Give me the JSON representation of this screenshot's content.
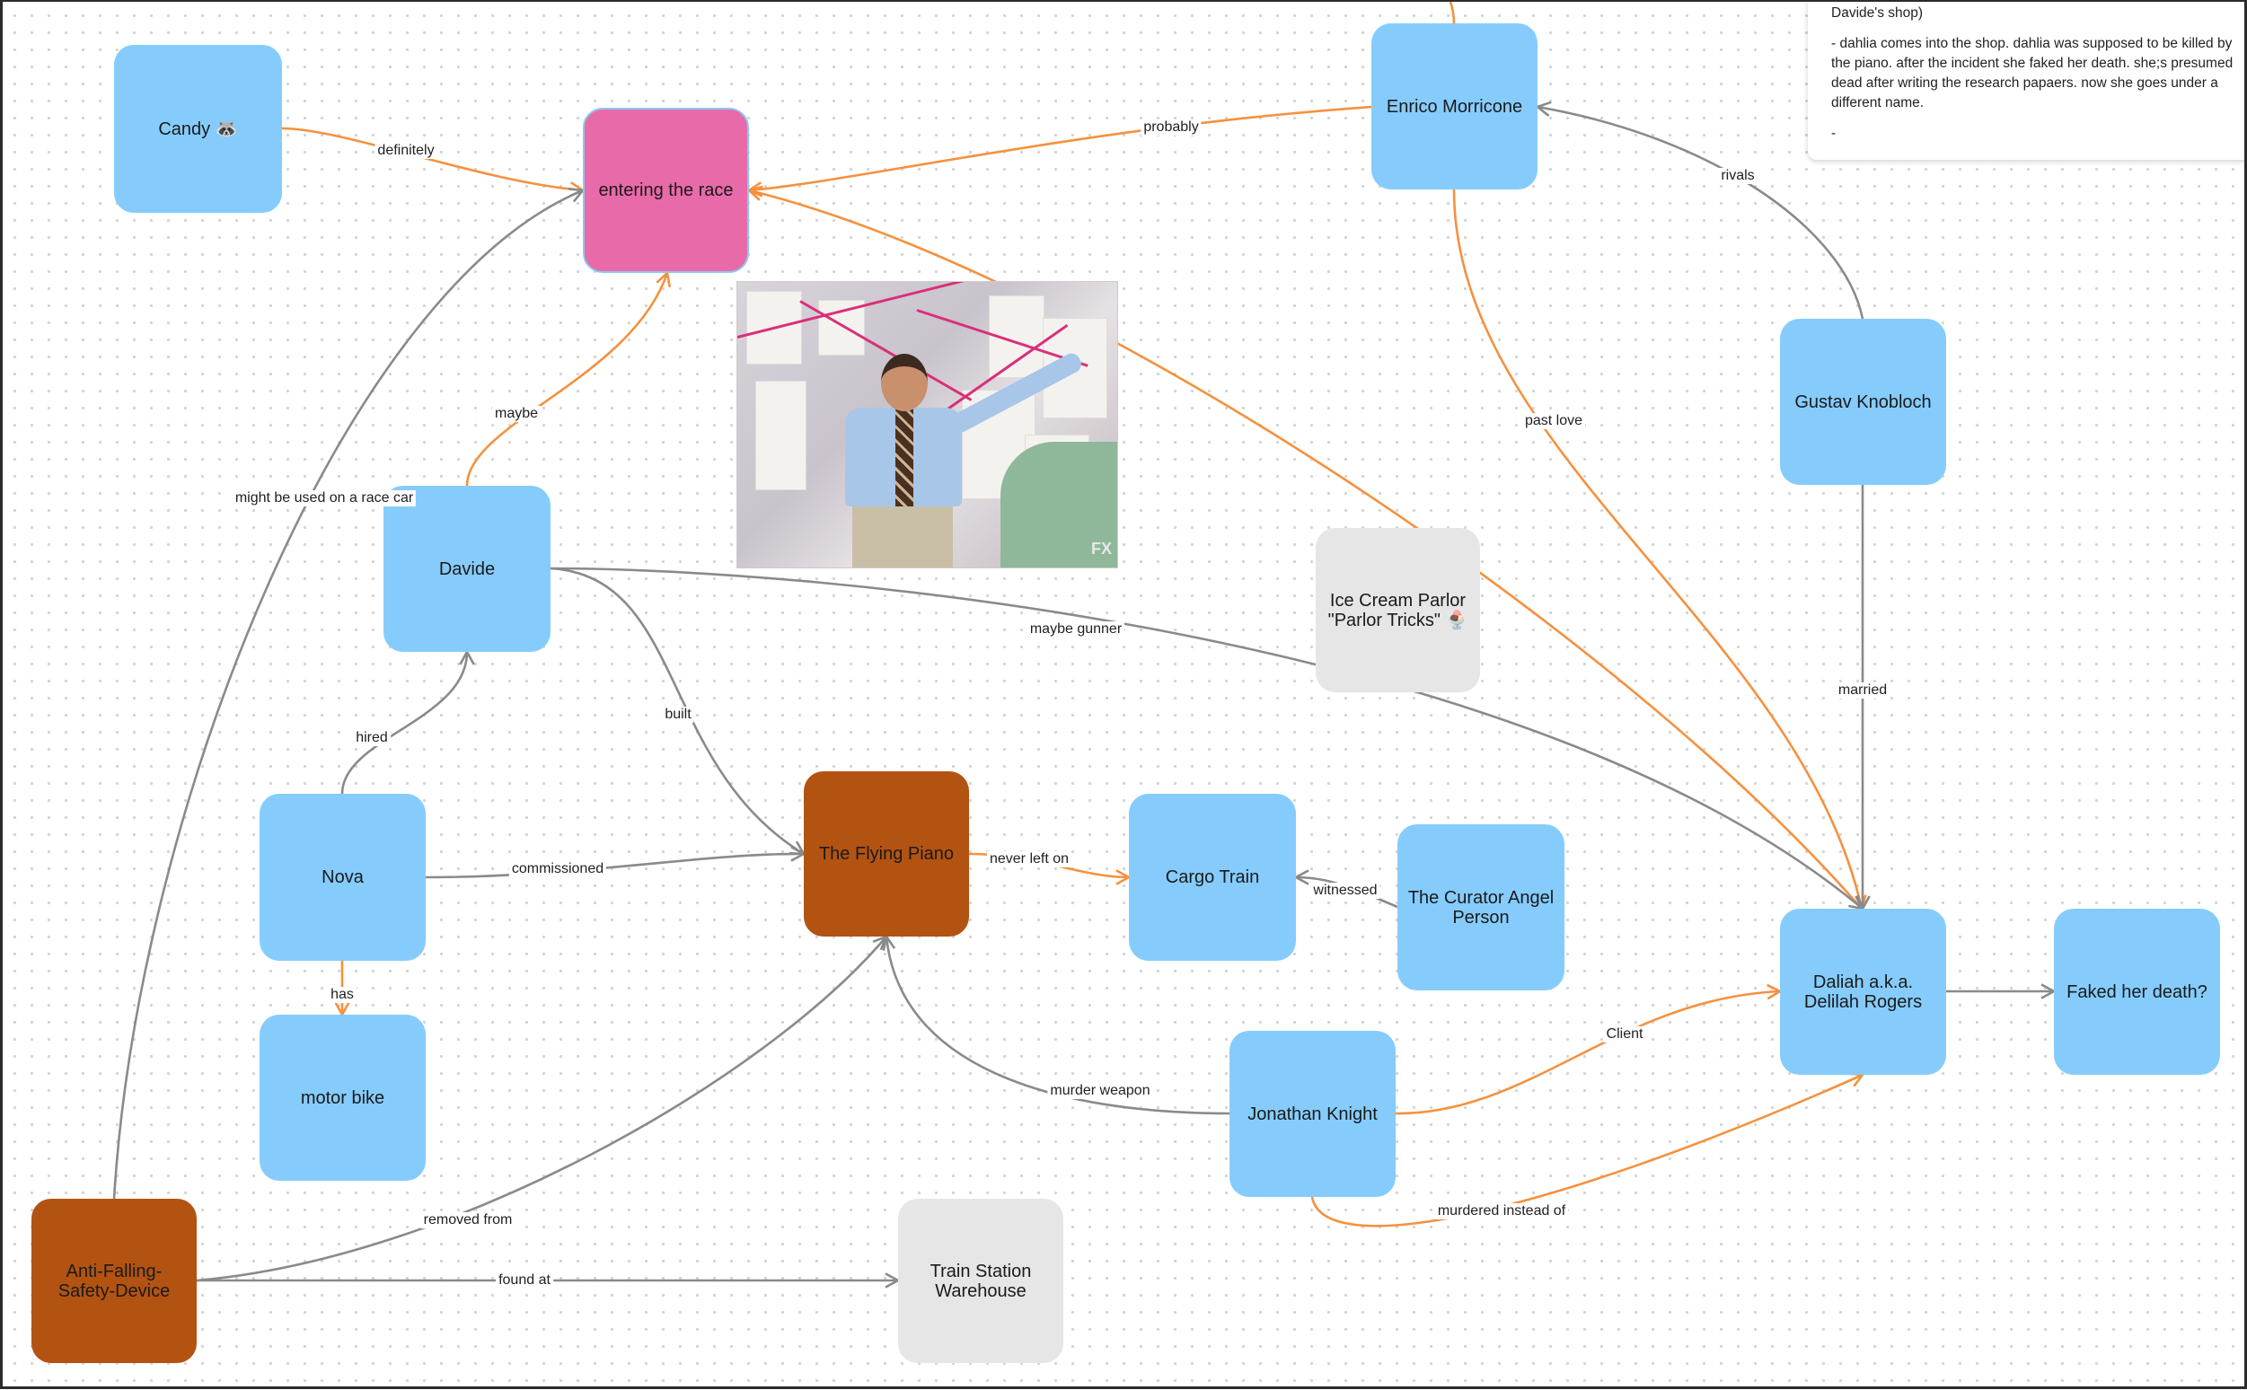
{
  "board": {
    "nodes": [
      {
        "id": "candy",
        "label": "Candy 🦝",
        "color": "#85ccfd"
      },
      {
        "id": "race",
        "label": "entering the race",
        "color": "#e96aa8"
      },
      {
        "id": "enrico",
        "label": "Enrico Morricone",
        "color": "#85ccfd"
      },
      {
        "id": "gustav",
        "label": "Gustav Knobloch",
        "color": "#85ccfd"
      },
      {
        "id": "davide",
        "label": "Davide",
        "color": "#85ccfd"
      },
      {
        "id": "icecream",
        "label": "Ice Cream Parlor \"Parlor Tricks\" 🍨",
        "color": "#e6e6e6"
      },
      {
        "id": "nova",
        "label": "Nova",
        "color": "#85ccfd"
      },
      {
        "id": "piano",
        "label": "The Flying Piano",
        "color": "#b35312"
      },
      {
        "id": "cargo",
        "label": "Cargo Train",
        "color": "#85ccfd"
      },
      {
        "id": "curator",
        "label": "The Curator Angel Person",
        "color": "#85ccfd"
      },
      {
        "id": "daliah",
        "label": "Daliah a.k.a. Delilah Rogers",
        "color": "#85ccfd"
      },
      {
        "id": "faked",
        "label": "Faked her death?",
        "color": "#85ccfd"
      },
      {
        "id": "motorbike",
        "label": "motor bike",
        "color": "#85ccfd"
      },
      {
        "id": "jonathan",
        "label": "Jonathan Knight",
        "color": "#85ccfd"
      },
      {
        "id": "device",
        "label": "Anti-Falling-Safety-Device",
        "color": "#b35312"
      },
      {
        "id": "warehouse",
        "label": "Train Station Warehouse",
        "color": "#e6e6e6"
      }
    ],
    "edges": [
      {
        "from": "candy",
        "to": "race",
        "label": "definitely",
        "color": "orange"
      },
      {
        "from": "enrico",
        "to": "race",
        "label": "probably",
        "color": "orange"
      },
      {
        "from": "davide",
        "to": "race",
        "label": "maybe",
        "color": "orange"
      },
      {
        "from": "device",
        "to": "race",
        "label": "might be used on a race car",
        "color": "grey"
      },
      {
        "from": "daliah",
        "to": "race",
        "label": "",
        "color": "orange"
      },
      {
        "from": "gustav",
        "to": "enrico",
        "label": "rivals",
        "color": "grey"
      },
      {
        "from": "enrico",
        "to": "daliah",
        "label": "past love",
        "color": "orange"
      },
      {
        "from": "gustav",
        "to": "daliah",
        "label": "married",
        "color": "grey"
      },
      {
        "from": "davide",
        "to": "daliah",
        "label": "maybe gunner",
        "color": "grey"
      },
      {
        "from": "davide",
        "to": "piano",
        "label": "built",
        "color": "grey"
      },
      {
        "from": "nova",
        "to": "davide",
        "label": "hired",
        "color": "grey"
      },
      {
        "from": "nova",
        "to": "piano",
        "label": "commissioned",
        "color": "grey"
      },
      {
        "from": "nova",
        "to": "motorbike",
        "label": "has",
        "color": "orange"
      },
      {
        "from": "piano",
        "to": "cargo",
        "label": "never left on",
        "color": "orange"
      },
      {
        "from": "curator",
        "to": "cargo",
        "label": "witnessed",
        "color": "grey"
      },
      {
        "from": "jonathan",
        "to": "piano",
        "label": "murder weapon",
        "color": "grey"
      },
      {
        "from": "jonathan",
        "to": "daliah",
        "label": "Client",
        "color": "orange"
      },
      {
        "from": "jonathan",
        "to": "daliah",
        "label": "murdered instead of",
        "color": "orange"
      },
      {
        "from": "daliah",
        "to": "faked",
        "label": "",
        "color": "grey"
      },
      {
        "from": "device",
        "to": "piano",
        "label": "removed from",
        "color": "grey"
      },
      {
        "from": "device",
        "to": "warehouse",
        "label": "found at",
        "color": "grey"
      }
    ],
    "image": {
      "caption": "conspiracy board meme",
      "watermark": "FX"
    },
    "note": {
      "lines": [
        "Davide's shop)",
        "- dahlia comes into the shop. dahlia was supposed to be killed by the piano. after the incident she faked her death. she;s presumed dead after writing the research papaers. now she goes under a different name.",
        "-"
      ]
    },
    "colors": {
      "orange": "#f5913e",
      "grey": "#8a8a8a",
      "blue": "#85ccfd",
      "pink": "#e96aa8",
      "brown": "#b35312",
      "neutral": "#e6e6e6"
    }
  }
}
